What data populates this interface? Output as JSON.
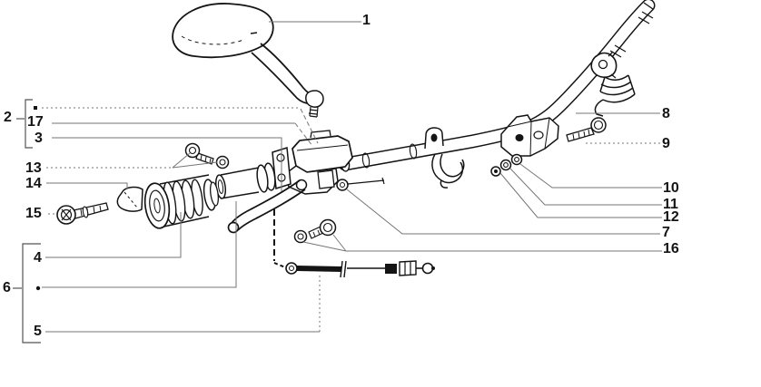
{
  "figure": {
    "type": "exploded-parts-diagram",
    "subject": "handlebar components",
    "background_color": "#ffffff",
    "line_color": "#141414",
    "leader_color": "#767676"
  },
  "callouts": {
    "c1": {
      "label": "1"
    },
    "c2": {
      "label": "2"
    },
    "c3": {
      "label": "3"
    },
    "c4": {
      "label": "4"
    },
    "c5": {
      "label": "5"
    },
    "c6": {
      "label": "6"
    },
    "c7": {
      "label": "7"
    },
    "c8": {
      "label": "8"
    },
    "c9": {
      "label": "9"
    },
    "c10": {
      "label": "10"
    },
    "c11": {
      "label": "11"
    },
    "c12": {
      "label": "12"
    },
    "c13": {
      "label": "13"
    },
    "c14": {
      "label": "14"
    },
    "c15": {
      "label": "15"
    },
    "c16": {
      "label": "16"
    },
    "c17": {
      "label": "17"
    }
  },
  "groups": [
    {
      "group_label": "2",
      "members": [
        "•",
        "17",
        "3"
      ]
    },
    {
      "group_label": "6",
      "members": [
        "4",
        "•",
        "5"
      ]
    }
  ]
}
